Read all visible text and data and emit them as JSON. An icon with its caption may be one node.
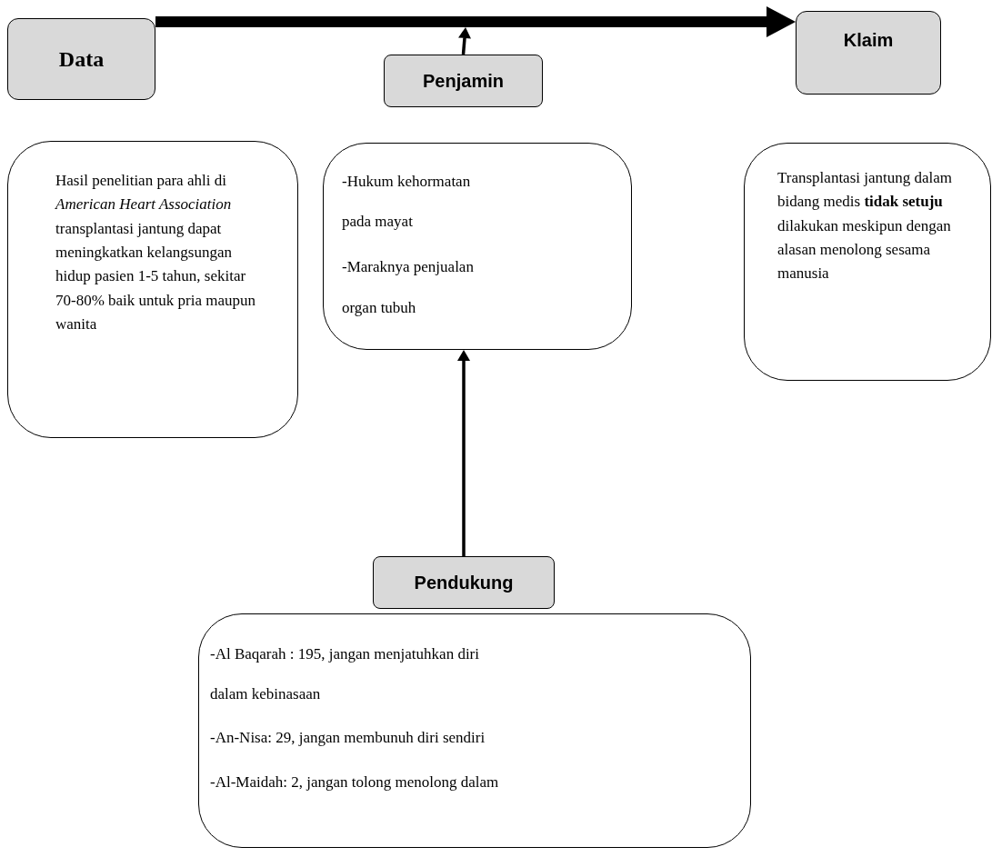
{
  "diagram": {
    "nodes": [
      {
        "text": [
          "Data"
        ]
      },
      {
        "text": [
          "Penjamin"
        ]
      },
      {
        "text": [
          "Klaim"
        ]
      },
      {
        "text": [
          "Hasil penelitian para ahli di *American Heart Association* transplantasi jantung dapat meningkatkan kelangsungan hidup pasien 1-5 tahun, sekitar 70-80% baik untuk pria maupun wanita"
        ]
      },
      {
        "text": [
          "-Hukum kehormatan pada mayat",
          "-Maraknya penjualan organ tubuh"
        ]
      },
      {
        "text": [
          "Transplantasi jantung dalam bidang medis **tidak setuju** dilakukan meskipun dengan alasan menolong sesama manusia"
        ]
      },
      {
        "text": [
          "Pendukung"
        ]
      },
      {
        "text": [
          "-Al Baqarah : 195, jangan menjatuhkan diri dalam kebinasaan",
          "-An-Nisa: 29, jangan membunuh diri sendiri",
          "-Al-Maidah: 2, jangan tolong menolong dalam"
        ]
      }
    ],
    "edges": [
      {
        "from": 0,
        "to": 2,
        "arrow": "to",
        "style": "thick"
      },
      {
        "from": 1,
        "to": null,
        "arrow": "to"
      },
      {
        "from": 6,
        "to": 4,
        "arrow": "to"
      }
    ]
  }
}
